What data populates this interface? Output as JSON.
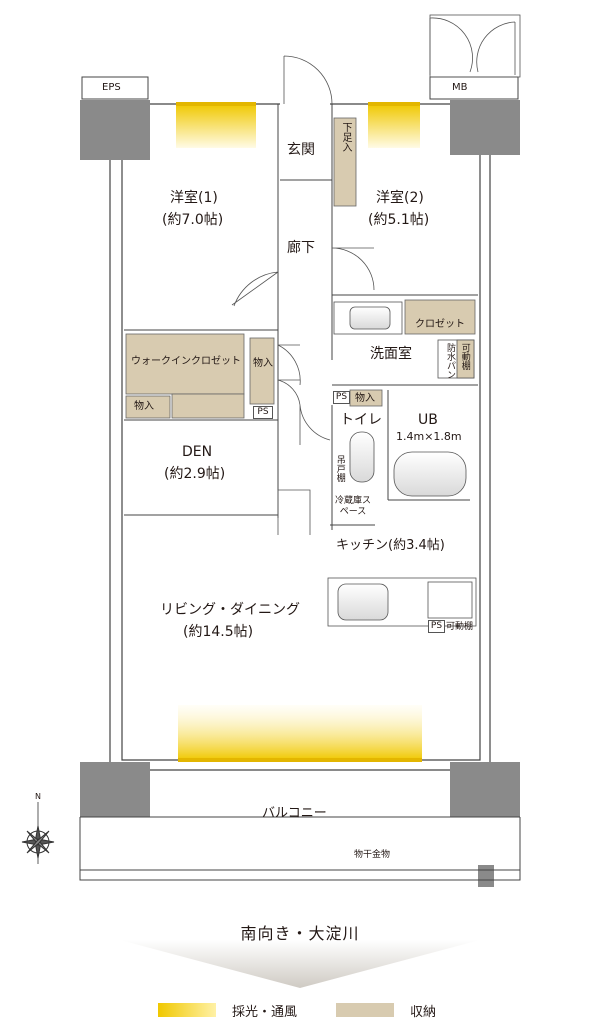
{
  "colors": {
    "wall": "#8a8a8a",
    "storage": "#d8cbb0",
    "light": "#f0c800",
    "line": "#444444"
  },
  "labels": {
    "eps": "EPS",
    "mb": "MB",
    "genkan": "玄関",
    "shoes": "下足入",
    "room1": "洋室(1)",
    "room1_size": "(約7.0帖)",
    "room2": "洋室(2)",
    "room2_size": "(約5.1帖)",
    "corridor": "廊下",
    "closet": "クロゼット",
    "wic": "ウォークインクロゼット",
    "storage_a": "物入",
    "storage_b": "物入",
    "storage_c": "物入",
    "ps1": "PS",
    "ps2": "PS",
    "ps3": "PS",
    "washroom": "洗面室",
    "waterpan": "防水パン",
    "movable_shelf_v": "可動棚",
    "toilet": "トイレ",
    "ub": "UB",
    "ub_size": "1.4m×1.8m",
    "hanging_shelf": "吊戸棚",
    "fridge": "冷蔵庫スペース",
    "den": "DEN",
    "den_size": "(約2.9帖)",
    "kitchen": "キッチン(約3.4帖)",
    "movable_shelf": "可動棚",
    "living": "リビング・ダイニング",
    "living_size": "(約14.5帖)",
    "balcony": "バルコニー",
    "clothes_pole": "物干金物",
    "compass_n": "N",
    "orientation": "南向き・大淀川",
    "legend_light": "採光・通風",
    "legend_storage": "収納"
  }
}
